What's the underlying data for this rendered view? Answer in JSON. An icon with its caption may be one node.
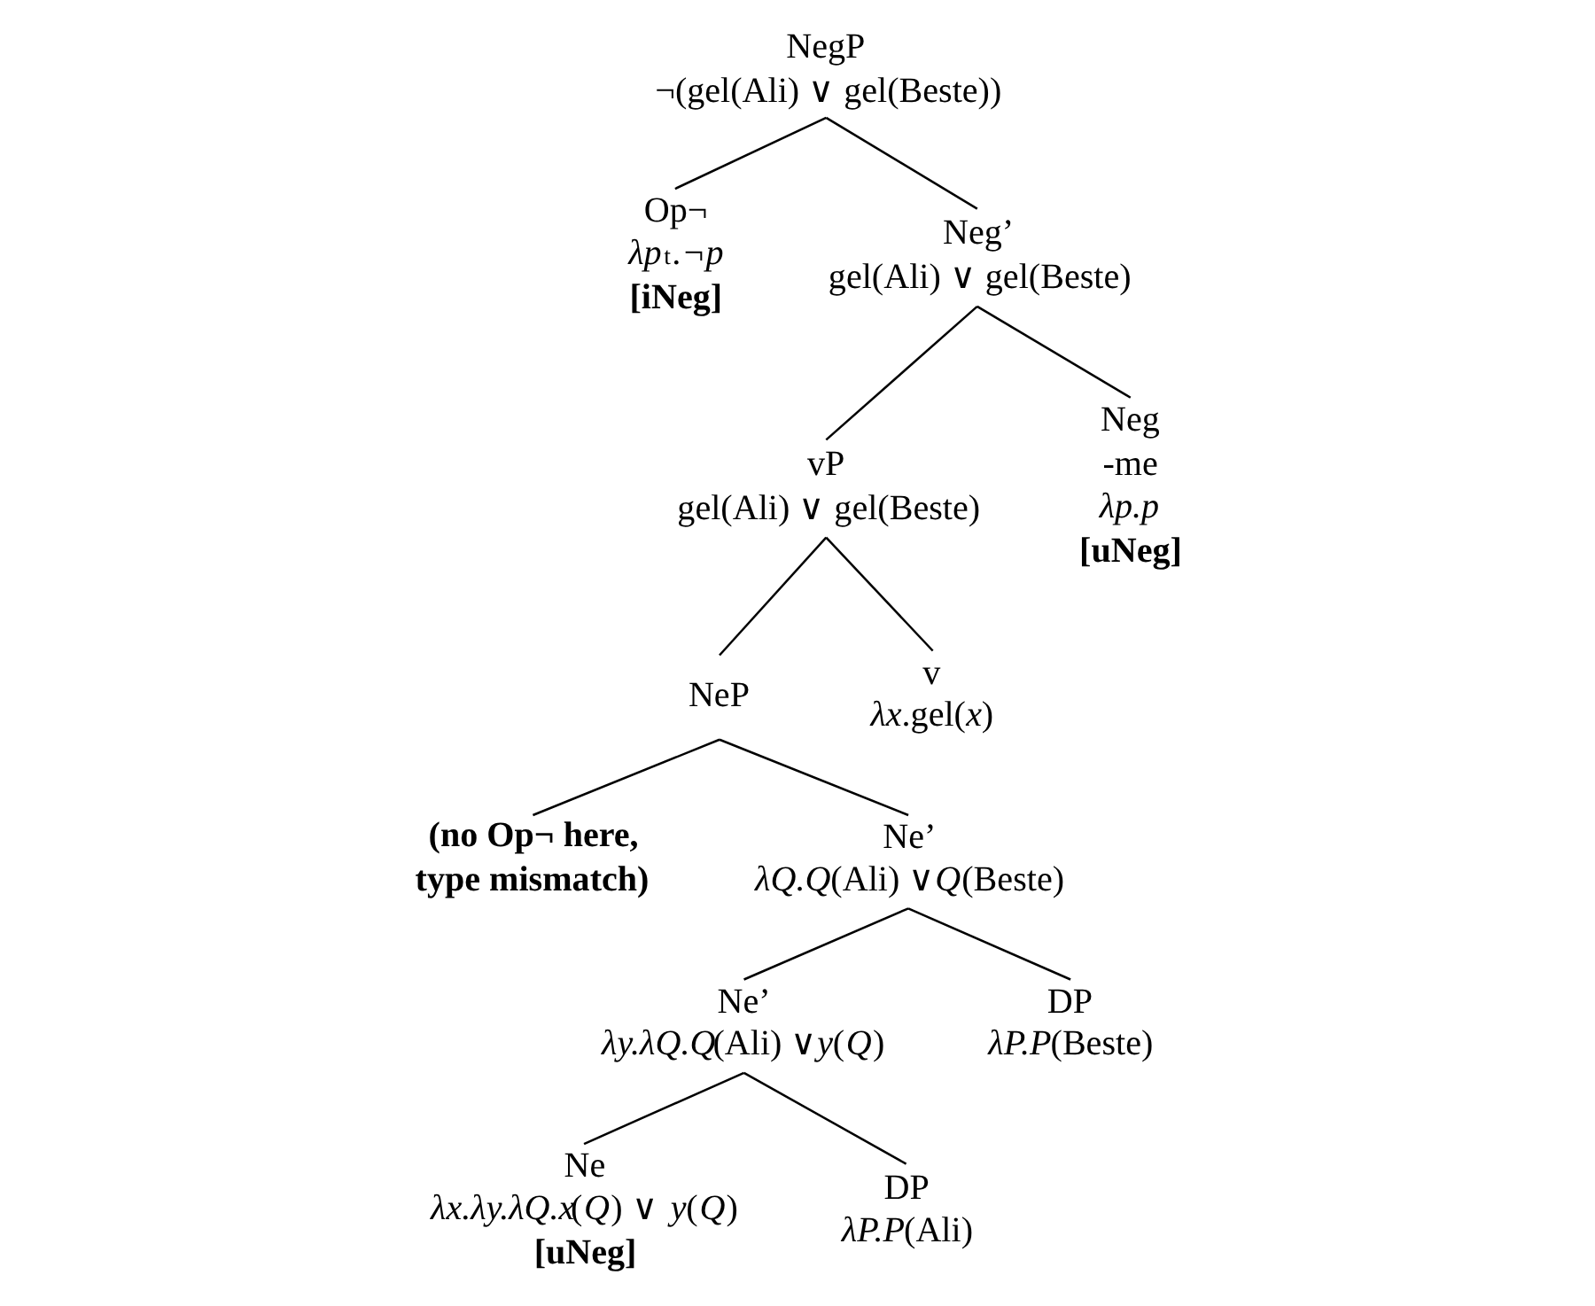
{
  "diagram": {
    "nodes": [
      {
        "text": [
          "NegP",
          "¬(gel(Ali) ∨ gel(Beste))"
        ]
      },
      {
        "text": [
          "Op¬",
          "*λp*$_{t}$*.¬p*",
          "[iNeg]"
        ]
      },
      {
        "text": [
          "Neg’",
          "gel(Ali) ∨ gel(Beste)"
        ]
      },
      {
        "text": [
          "vP",
          "gel(Ali) ∨ gel(Beste)"
        ]
      },
      {
        "text": [
          "Neg",
          "-me",
          "*λp.p*",
          "[uNeg]"
        ]
      },
      {
        "text": [
          "NeP"
        ]
      },
      {
        "text": [
          "v",
          "*λx*.gel(*x*)"
        ]
      },
      {
        "text": [
          "(no Op¬ here, type mismatch)"
        ]
      },
      {
        "text": [
          "Ne’",
          "*λQ.Q*(Ali) ∨*Q*(Beste)"
        ]
      },
      {
        "text": [
          "Ne’",
          "*λy.λQ.Q*(Ali) ∨*y*(*Q*)"
        ]
      },
      {
        "text": [
          "DP",
          "*λP.P*(Beste)"
        ]
      },
      {
        "text": [
          "Ne",
          "*λx.λy.λQ.x*(*Q*) ∨ *y*(*Q*)",
          "[uNeg]"
        ]
      },
      {
        "text": [
          "DP",
          "*λP.P*(Ali)"
        ]
      }
    ],
    "edges": [
      {
        "from": 0,
        "to": 1,
        "arrow": "none"
      },
      {
        "from": 0,
        "to": 2,
        "arrow": "none"
      },
      {
        "from": 2,
        "to": 3,
        "arrow": "none"
      },
      {
        "from": 2,
        "to": 4,
        "arrow": "none"
      },
      {
        "from": 3,
        "to": 5,
        "arrow": "none"
      },
      {
        "from": 3,
        "to": 6,
        "arrow": "none"
      },
      {
        "from": 5,
        "to": 7,
        "arrow": "none"
      },
      {
        "from": 5,
        "to": 8,
        "arrow": "none"
      },
      {
        "from": 8,
        "to": 9,
        "arrow": "none"
      },
      {
        "from": 8,
        "to": 10,
        "arrow": "none"
      },
      {
        "from": 9,
        "to": 11,
        "arrow": "none"
      },
      {
        "from": 9,
        "to": 12,
        "arrow": "none"
      }
    ]
  }
}
